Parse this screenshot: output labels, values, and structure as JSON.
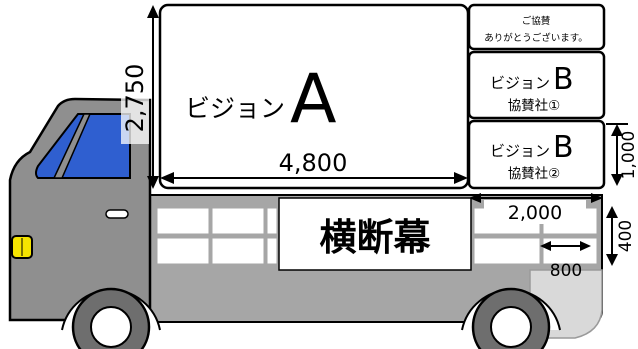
{
  "panel_a": {
    "prefix": "ビジョン",
    "letter": "A"
  },
  "panel_sponsor": {
    "line1": "ご協賛",
    "line2": "ありがとうございます。"
  },
  "panel_b1": {
    "prefix": "ビジョン",
    "letter": "B",
    "sponsor": "協賛社①"
  },
  "panel_b2": {
    "prefix": "ビジョン",
    "letter": "B",
    "sponsor": "協賛社②"
  },
  "banner": {
    "label": "横断幕"
  },
  "dimensions": {
    "height_a": "2,750",
    "width_a": "4,800",
    "height_b": "1,000",
    "width_b": "2,000",
    "banner_height": "400",
    "banner_width": "800"
  },
  "colors": {
    "truck_gray": "#8f8f8f",
    "truck_bed": "#a6a6a6",
    "window_blue": "#2f5fd0",
    "headlight_yellow": "#f5e400",
    "line_black": "#000000"
  }
}
